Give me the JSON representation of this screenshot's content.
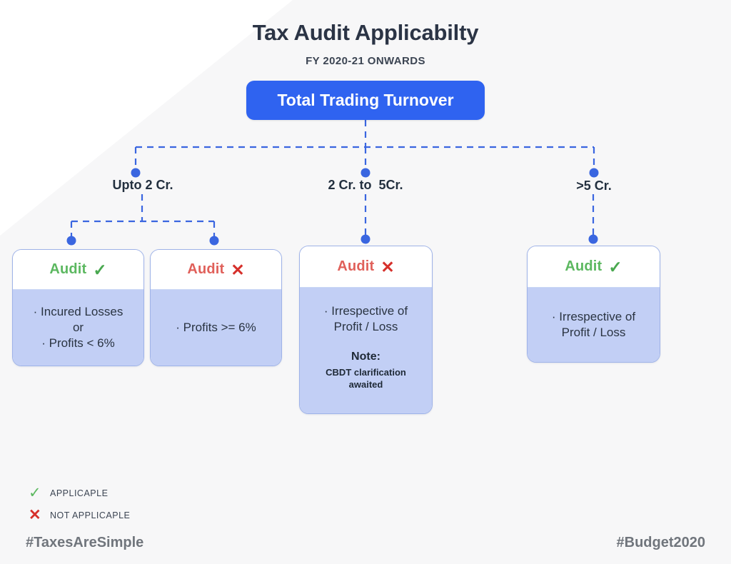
{
  "header": {
    "title": "Tax Audit Applicabilty",
    "subtitle": "FY 2020-21 ONWARDS"
  },
  "root": {
    "label": "Total Trading Turnover",
    "color": "#2f63f0"
  },
  "branches": [
    {
      "label": "Upto 2 Cr."
    },
    {
      "label": "2 Cr. to  5Cr."
    },
    {
      "label": ">5 Cr."
    }
  ],
  "cards": [
    {
      "audit_label": "Audit",
      "audit_mark": "✓",
      "status": "applicable",
      "body": "· Incured Losses\nor\n· Profits < 6%"
    },
    {
      "audit_label": "Audit",
      "audit_mark": "✕",
      "status": "not-applicable",
      "body": "· Profits >= 6%"
    },
    {
      "audit_label": "Audit",
      "audit_mark": "✕",
      "status": "not-applicable",
      "body": "· Irrespective of\nProfit / Loss",
      "note_title": "Note:",
      "note_text": "CBDT clarification\nawaited"
    },
    {
      "audit_label": "Audit",
      "audit_mark": "✓",
      "status": "applicable",
      "body": "· Irrespective of\nProfit / Loss"
    }
  ],
  "legend": [
    {
      "mark": "✓",
      "label": "APPLICAPLE"
    },
    {
      "mark": "✕",
      "label": "NOT APPLICAPLE"
    }
  ],
  "footer": {
    "left": "#TaxesAreSimple",
    "right": "#Budget2020"
  },
  "colors": {
    "accent_blue": "#2f63f0",
    "connector_blue": "#3a66e0",
    "card_body": "#c2cff5",
    "green": "#5cb860",
    "red": "#d6302b",
    "background": "#f7f7f8"
  },
  "chart_data": {
    "type": "diagram",
    "title": "Tax Audit Applicabilty",
    "root": "Total Trading Turnover",
    "nodes": [
      {
        "branch": "Upto 2 Cr.",
        "outcomes": [
          {
            "audit": "applicable",
            "condition": "Incured Losses or Profits < 6%"
          },
          {
            "audit": "not-applicable",
            "condition": "Profits >= 6%"
          }
        ]
      },
      {
        "branch": "2 Cr. to  5Cr.",
        "outcomes": [
          {
            "audit": "not-applicable",
            "condition": "Irrespective of Profit / Loss",
            "note": "CBDT clarification awaited"
          }
        ]
      },
      {
        "branch": ">5 Cr.",
        "outcomes": [
          {
            "audit": "applicable",
            "condition": "Irrespective of Profit / Loss"
          }
        ]
      }
    ]
  }
}
